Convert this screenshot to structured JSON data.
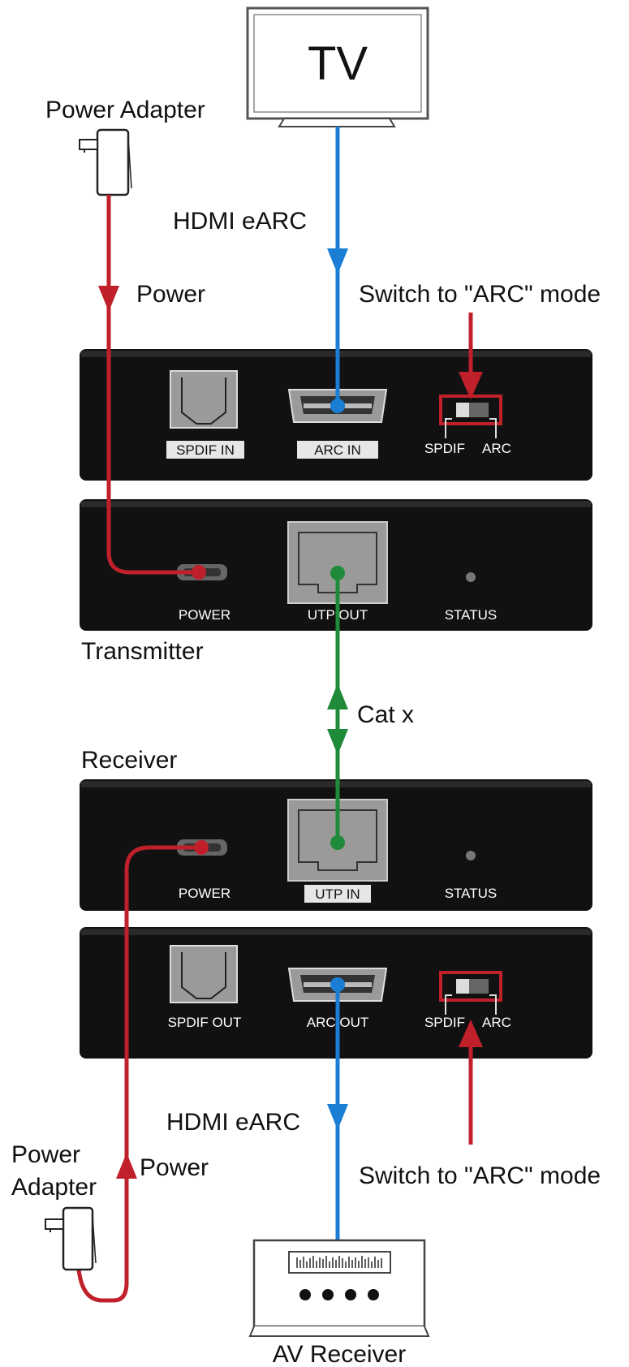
{
  "devices": {
    "tv": "TV",
    "av_receiver": "AV Receiver",
    "transmitter": "Transmitter",
    "receiver": "Receiver"
  },
  "adapters": {
    "top": "Power Adapter",
    "bottom_line1": "Power",
    "bottom_line2": "Adapter"
  },
  "cables": {
    "hdmi_top": "HDMI eARC",
    "hdmi_bottom": "HDMI eARC",
    "power_top": "Power",
    "power_bottom": "Power",
    "cat": "Cat x"
  },
  "annotations": {
    "switch_top": "Switch to \"ARC\" mode",
    "switch_bottom": "Switch to \"ARC\" mode"
  },
  "transmitter": {
    "top_panel": {
      "spdif_label": "SPDIF IN",
      "arc_label": "ARC IN",
      "switch_left": "SPDIF",
      "switch_right": "ARC"
    },
    "bottom_panel": {
      "power_label": "POWER",
      "utp_label": "UTP OUT",
      "status_label": "STATUS"
    }
  },
  "receiver": {
    "top_panel": {
      "power_label": "POWER",
      "utp_label": "UTP IN",
      "status_label": "STATUS"
    },
    "bottom_panel": {
      "spdif_label": "SPDIF OUT",
      "arc_label": "ARC OUT",
      "switch_left": "SPDIF",
      "switch_right": "ARC"
    }
  },
  "colors": {
    "hdmi": "#1a7fd4",
    "power": "#c0202a",
    "cat": "#1e8a3a",
    "panel": "#111111",
    "highlight": "#c0202a"
  }
}
